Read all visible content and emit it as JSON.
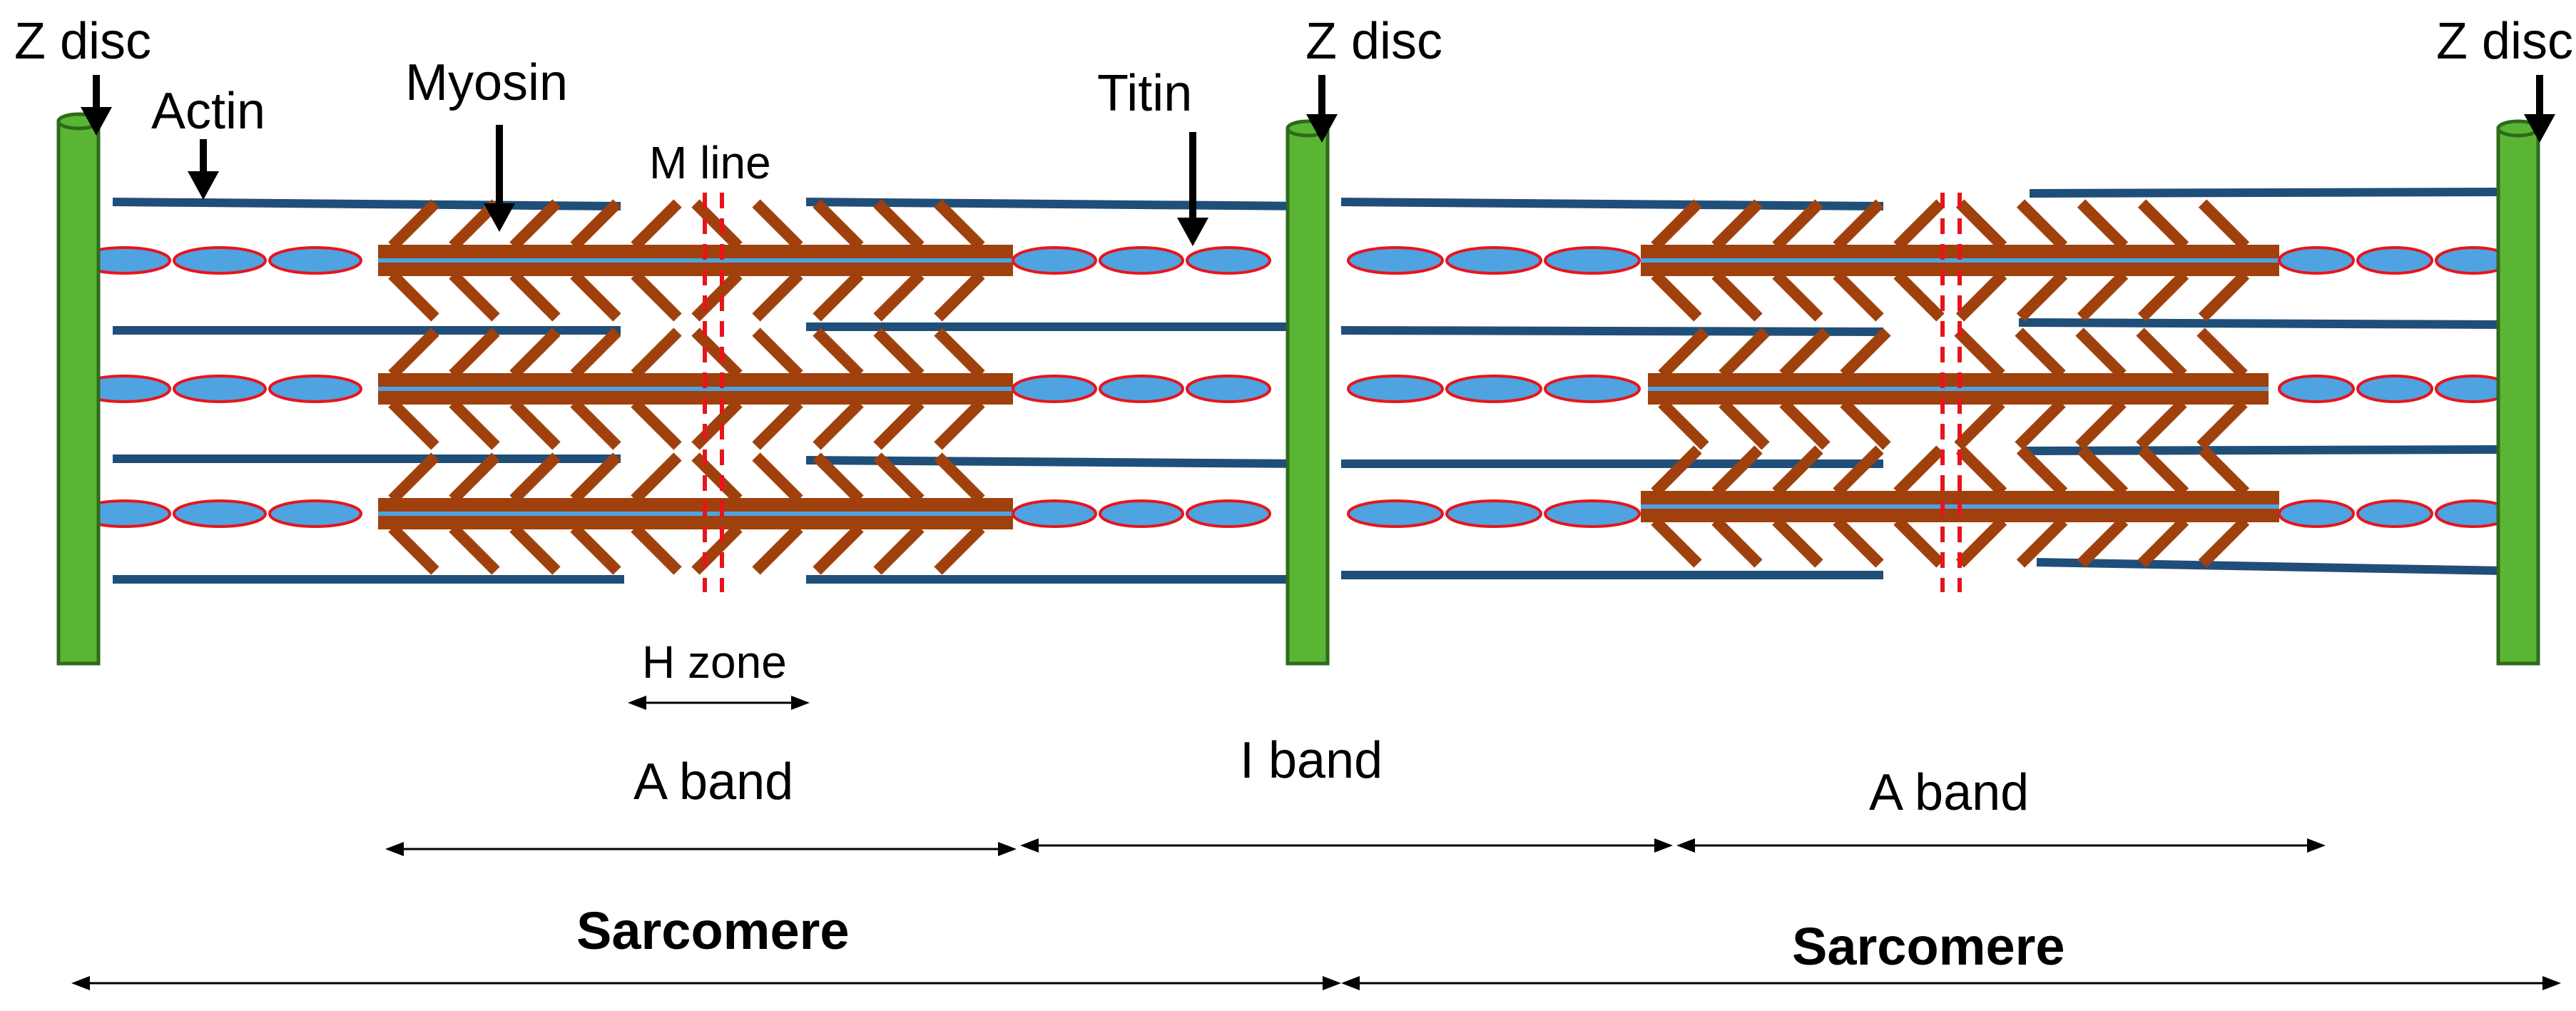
{
  "labels": {
    "z_disc_left": "Z disc",
    "z_disc_mid": "Z disc",
    "z_disc_right": "Z disc",
    "actin": "Actin",
    "myosin": "Myosin",
    "m_line": "M line",
    "titin": "Titin",
    "h_zone": "H zone",
    "a_band_left": "A band",
    "i_band": "I band",
    "a_band_right": "A band",
    "sarcomere_left": "Sarcomere",
    "sarcomere_right": "Sarcomere"
  },
  "colors": {
    "z_disc": "#5bb535",
    "z_disc_stroke": "#2e6b1a",
    "actin": "#1f4e79",
    "myosin": "#a0410d",
    "titin_fill": "#4fa3e0",
    "titin_stroke": "#e8141c",
    "m_line": "#e8141c",
    "text": "#000000"
  }
}
